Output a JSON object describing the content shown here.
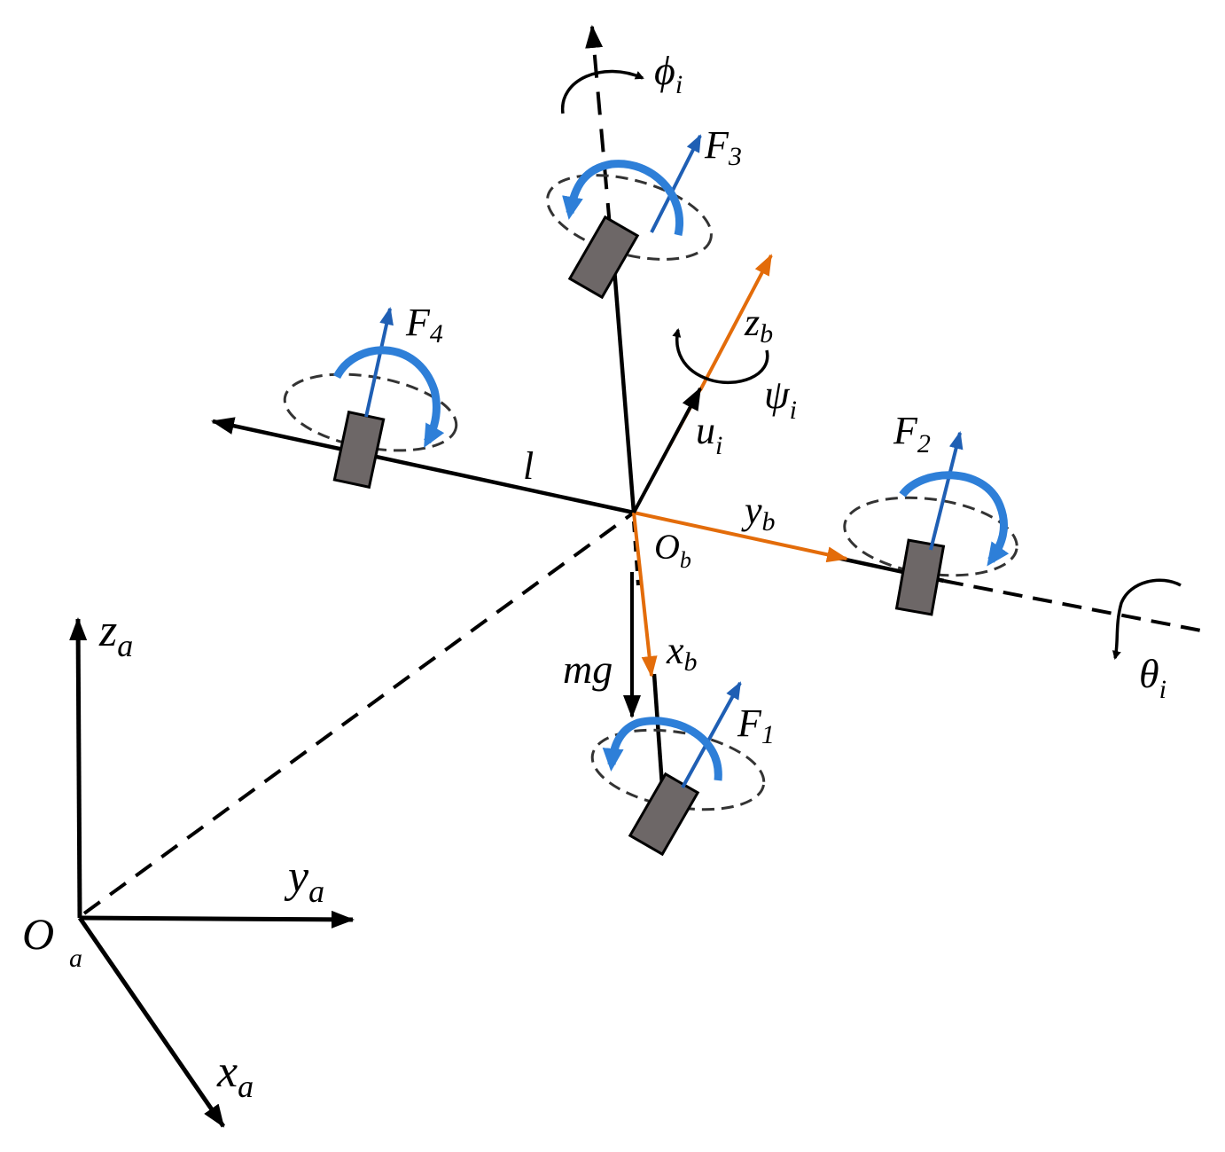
{
  "labels": {
    "za": {
      "main": "z",
      "sub": "a"
    },
    "ya": {
      "main": "y",
      "sub": "a"
    },
    "xa": {
      "main": "x",
      "sub": "a"
    },
    "Oa": {
      "main": "O",
      "sub": "a"
    },
    "Ob": {
      "main": "O",
      "sub": "b"
    },
    "zb": {
      "main": "z",
      "sub": "b"
    },
    "yb": {
      "main": "y",
      "sub": "b"
    },
    "xb": {
      "main": "x",
      "sub": "b"
    },
    "ui": {
      "main": "u",
      "sub": "i"
    },
    "psi": {
      "main": "ψ",
      "sub": "i"
    },
    "phi": {
      "main": "ϕ",
      "sub": "i"
    },
    "theta": {
      "main": "θ",
      "sub": "i"
    },
    "F1": {
      "main": "F",
      "sub": "1"
    },
    "F2": {
      "main": "F",
      "sub": "2"
    },
    "F3": {
      "main": "F",
      "sub": "3"
    },
    "F4": {
      "main": "F",
      "sub": "4"
    },
    "l": "l",
    "mg": "mg"
  },
  "colors": {
    "axis": "#000000",
    "body_frame": "#e36c0a",
    "thrust": "#1f5fb4",
    "rotation_arrow": "#2e7fd8",
    "motor": "#6d6767",
    "dashed": "#333333"
  }
}
